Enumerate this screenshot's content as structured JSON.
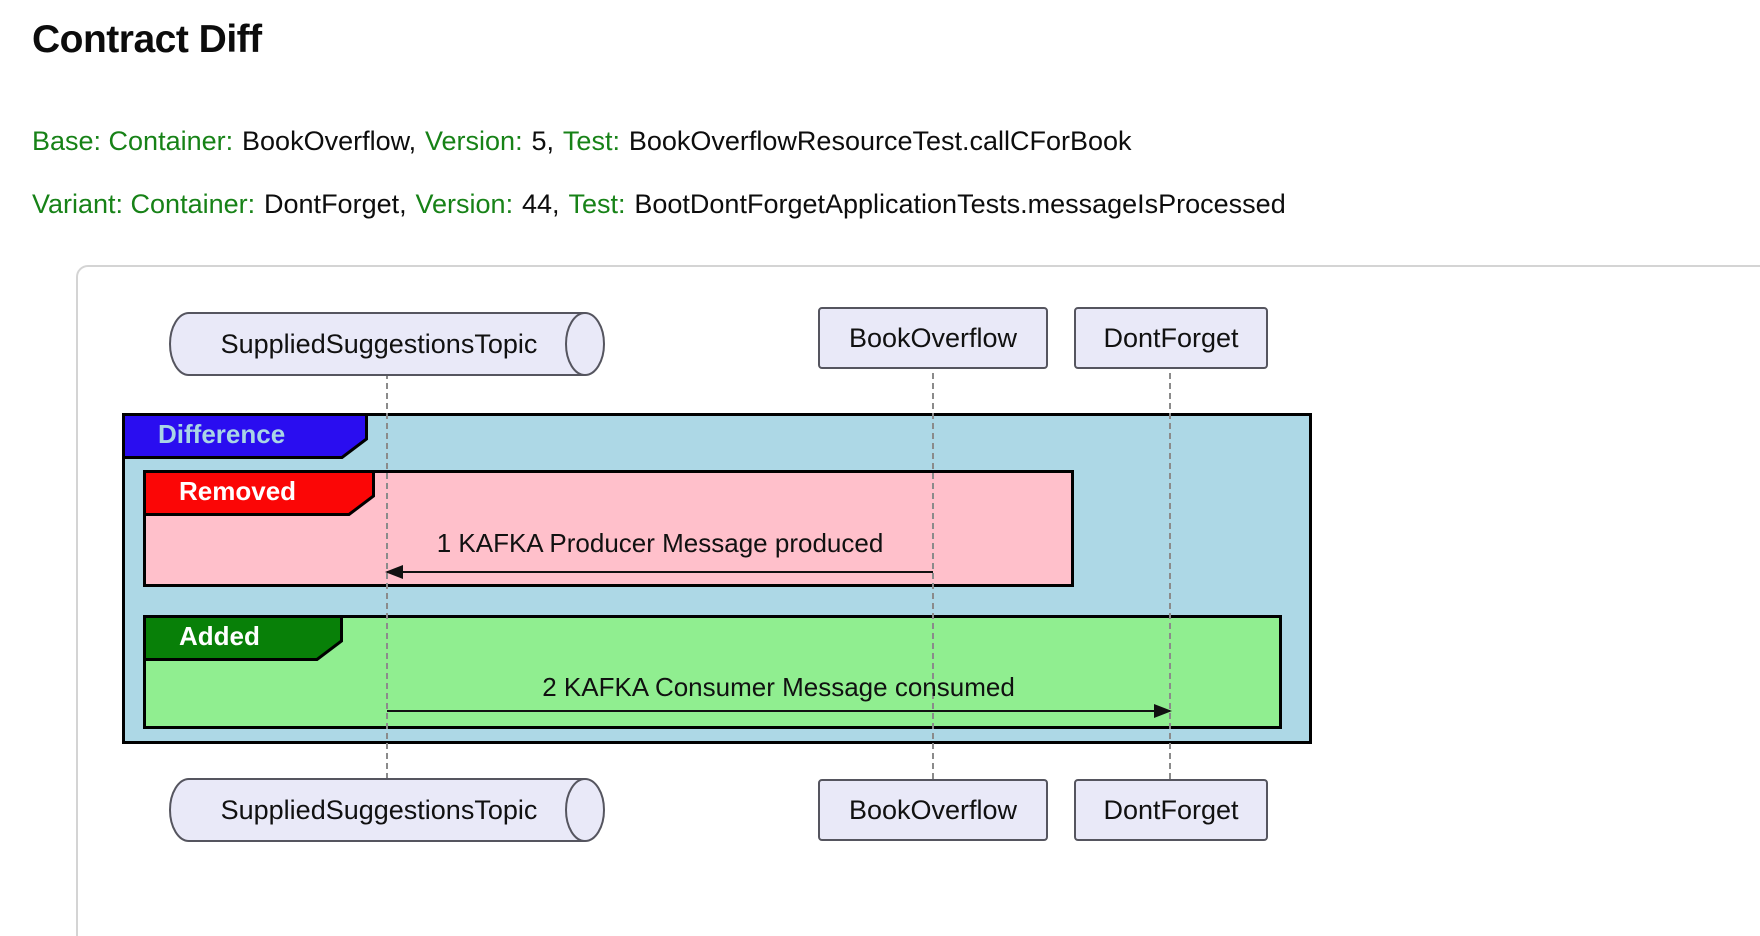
{
  "header": {
    "title": "Contract Diff",
    "base": {
      "container_label": "Base: Container:",
      "container_value": "BookOverflow,",
      "version_label": "Version:",
      "version_value": "5,",
      "test_label": "Test:",
      "test_value": "BookOverflowResourceTest.callCForBook"
    },
    "variant": {
      "container_label": "Variant: Container:",
      "container_value": "DontForget,",
      "version_label": "Version:",
      "version_value": "44,",
      "test_label": "Test:",
      "test_value": "BootDontForgetApplicationTests.messageIsProcessed"
    },
    "label_color": "#178217",
    "text_color": "#0d0d0d"
  },
  "diagram": {
    "type": "sequence-diagram",
    "participants": {
      "topic": "SuppliedSuggestionsTopic",
      "base_container": "BookOverflow",
      "variant_container": "DontForget"
    },
    "frames": {
      "difference": "Difference",
      "removed": "Removed",
      "added": "Added"
    },
    "messages": [
      {
        "text": "1 KAFKA Producer Message produced",
        "from": "BookOverflow",
        "to": "SuppliedSuggestionsTopic",
        "direction": "left",
        "frame": "Removed"
      },
      {
        "text": "2 KAFKA Consumer Message consumed",
        "from": "SuppliedSuggestionsTopic",
        "to": "DontForget",
        "direction": "right",
        "frame": "Added"
      }
    ],
    "colors": {
      "difference_fill": "#add8e6",
      "difference_label_fill": "#2a0df0",
      "difference_label_text": "#a9d5e5",
      "removed_fill": "#ffc0cb",
      "removed_label_fill": "#fb0606",
      "added_fill": "#90ee90",
      "added_label_fill": "#088008",
      "participant_fill": "#e9e9f8",
      "participant_border": "#55555f",
      "frame_border": "#000000",
      "lifeline": "#8b8b8b",
      "card_border": "#d4d4d4"
    }
  }
}
